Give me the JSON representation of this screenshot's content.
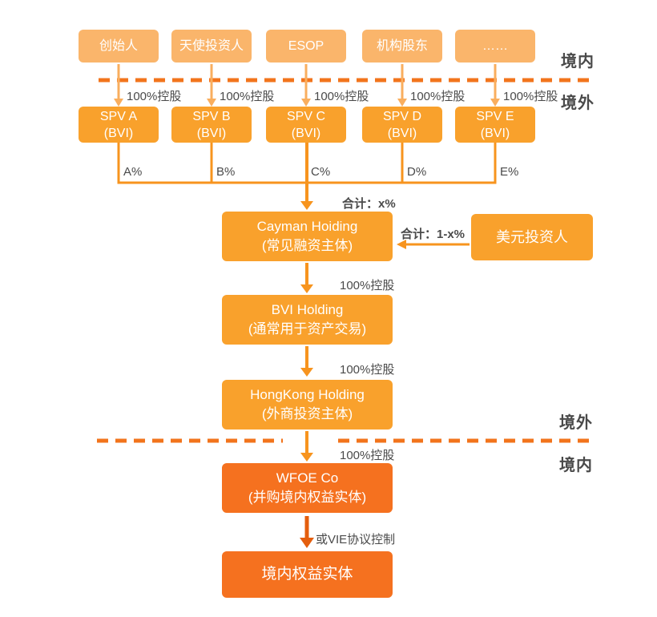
{
  "regions": {
    "top_inside": "境内",
    "top_outside": "境外",
    "mid_outside": "境外",
    "mid_inside": "境内"
  },
  "control_label": "100%控股",
  "shareholders": [
    {
      "label": "创始人"
    },
    {
      "label": "天使投资人"
    },
    {
      "label": "ESOP"
    },
    {
      "label": "机构股东"
    },
    {
      "label": "……"
    }
  ],
  "spvs": [
    {
      "name": "SPV A",
      "jurisdiction": "(BVI)",
      "share": "A%"
    },
    {
      "name": "SPV B",
      "jurisdiction": "(BVI)",
      "share": "B%"
    },
    {
      "name": "SPV C",
      "jurisdiction": "(BVI)",
      "share": "C%"
    },
    {
      "name": "SPV D",
      "jurisdiction": "(BVI)",
      "share": "D%"
    },
    {
      "name": "SPV E",
      "jurisdiction": "(BVI)",
      "share": "E%"
    }
  ],
  "totals": {
    "spv_total": "合计：x%",
    "usd_total": "合计：1-x%"
  },
  "entities": {
    "cayman": {
      "name": "Cayman Hoiding",
      "desc": "(常见融资主体)"
    },
    "usd_investor": {
      "name": "美元投资人"
    },
    "bvi": {
      "name": "BVI Holding",
      "desc": "(通常用于资产交易)"
    },
    "hongkong": {
      "name": "HongKong Holding",
      "desc": "(外商投资主体)"
    },
    "wfoe": {
      "name": "WFOE Co",
      "desc": "(并购境内权益实体)"
    },
    "domestic": {
      "name": "境内权益实体"
    }
  },
  "vie_label": "或VIE协议控制",
  "colors": {
    "box_light": "#FAB56B",
    "box_mid": "#F9A12C",
    "box_deep": "#F5711F",
    "arrow_light": "#F9AE5E",
    "arrow_mid": "#F7941E",
    "arrow_deep": "#E45E0D",
    "dash_line": "#F2741C",
    "label_text": "#4A4A4A"
  }
}
